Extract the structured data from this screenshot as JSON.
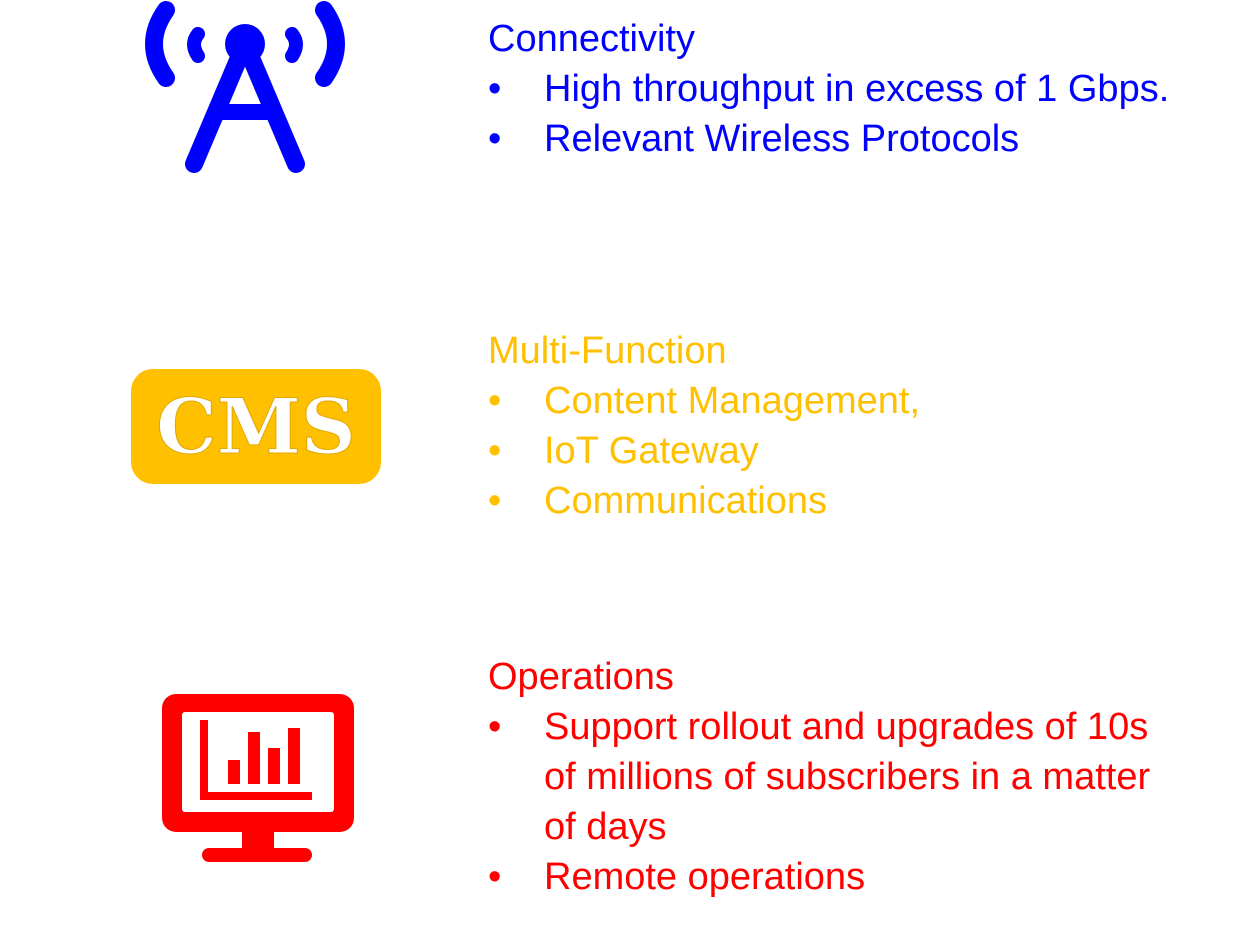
{
  "sections": {
    "connectivity": {
      "heading": "Connectivity",
      "color": "#0000ff",
      "icon": "antenna-icon",
      "bullet": "•",
      "items": [
        "High throughput in excess of 1 Gbps.",
        "Relevant Wireless Protocols"
      ]
    },
    "multifunction": {
      "heading": "Multi-Function",
      "color": "#ffc000",
      "icon": "cms-icon",
      "icon_text": "CMS",
      "bullet": "•",
      "items": [
        "Content Management,",
        "IoT Gateway",
        "Communications"
      ]
    },
    "operations": {
      "heading": "Operations",
      "color": "#ff0000",
      "icon": "monitor-chart-icon",
      "bullet": "•",
      "items": [
        "Support rollout and upgrades of 10s of millions of subscribers in a matter of days",
        "Remote operations"
      ]
    }
  }
}
